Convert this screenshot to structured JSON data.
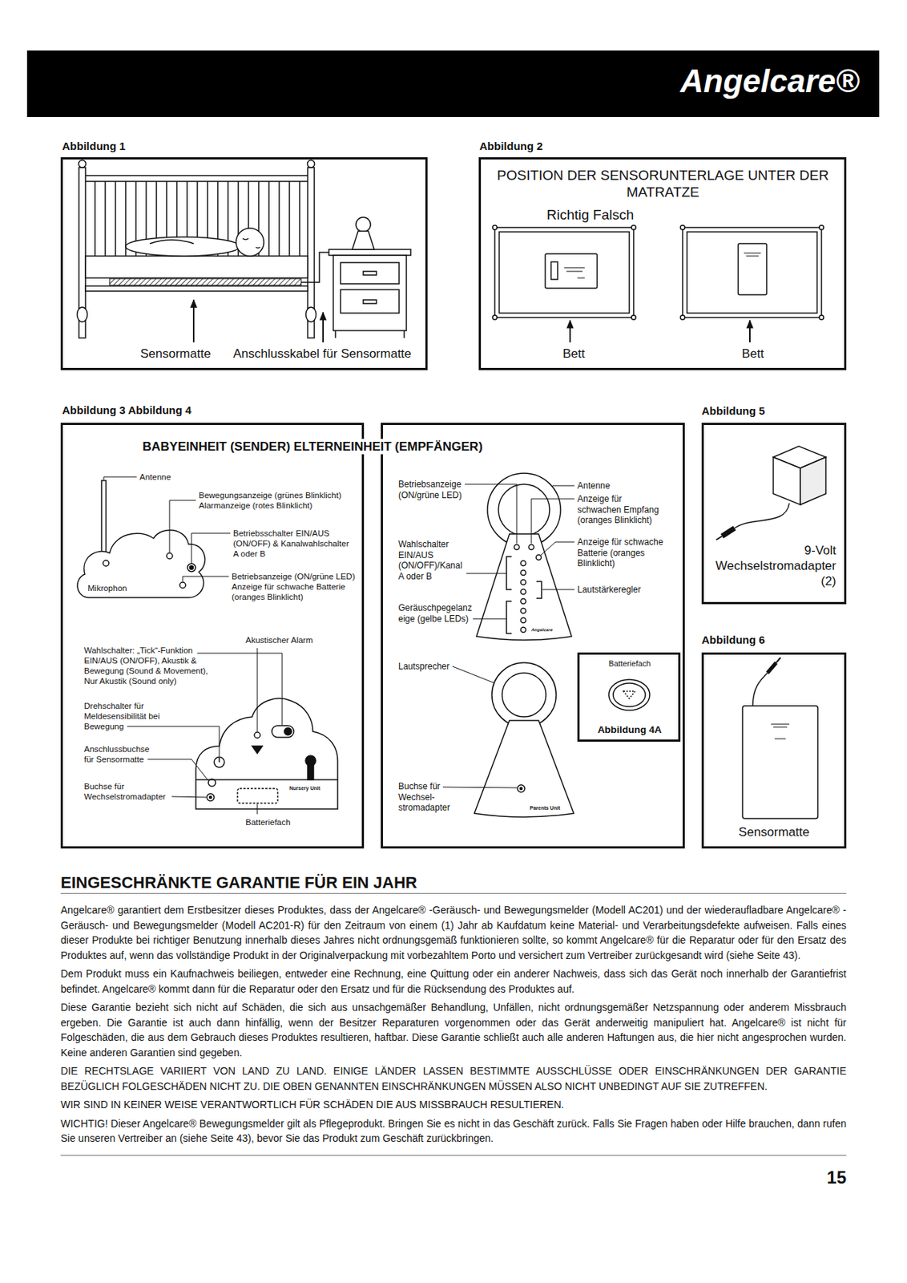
{
  "diagram": {
    "nodes": [
      {
        "text": [
          "Angelcare®"
        ]
      },
      {
        "text": [
          "Abbildung 1",
          "Sensormatte",
          "Anschlusskabel für Sensormatte"
        ]
      },
      {
        "text": [
          "Abbildung 2",
          "POSITION DER SENSORUNTERLAGE UNTER DER MATRATZE",
          "Richtig Falsch",
          "Bett",
          "Bett"
        ]
      },
      {
        "text": [
          "Abbildung 3 Abbildung 4",
          "Antenne",
          "Bewegungsanzeige (grünes Blinklicht) Alarmanzeige (rotes Blinklicht)",
          "Betriebsschalter EIN/AUS (ON/OFF) & Kanalwahlschalter A oder B",
          "Betriebsanzeige (ON/grüne LED) Anzeige für schwache Batterie (oranges Blinklicht)",
          "Mikrophon",
          "Akustischer Alarm",
          "Wahlschalter: „Tick“-Funktion EIN/AUS (ON/OFF), Akustik & Bewegung (Sound & Movement), Nur Akustik (Sound only)",
          "Drehschalter für Meldesensibilität bei Bewegung",
          "Anschlussbuchse für Sensormatte",
          "Buchse für Wechselstromadapter",
          "Batteriefach",
          "Nursery Unit"
        ]
      },
      {
        "text": [
          "Betriebsanzeige (ON/grüne LED)",
          "Antenne",
          "Anzeige für schwachen Empfang (oranges Blinklicht)",
          "Wahlschalter EIN/AUS (ON/OFF)/Kanal A oder B",
          "Anzeige für schwache Batterie (oranges Blinklicht)",
          "Lautstärkeregler",
          "Geräuschpegelanz eige (gelbe LEDs)",
          "Lautsprecher",
          "Buchse für Wechsel- stromadapter",
          "Angelcare",
          "Parents Unit"
        ]
      },
      {
        "text": [
          "Batteriefach",
          "Abbildung 4A"
        ],
        "in": 4
      },
      {
        "text": [
          "Abbildung 5",
          "9-Volt Wechselstromadapter (2)"
        ]
      },
      {
        "text": [
          "Abbildung 6",
          "Sensormatte"
        ]
      }
    ],
    "labels": [
      "BABYEINHEIT (SENDER) ELTERNEINHEIT (EMPFÄNGER)",
      "EINGESCHRÄNKTE GARANTIE FÜR EIN JAHR",
      "Angelcare® garantiert dem Erstbesitzer dieses Produktes, dass der Angelcare® -Geräusch- und Bewegungsmelder (Modell AC201) und der wiederaufladbare Angelcare® -Geräusch- und Bewegungsmelder (Modell AC201-R) für den Zeitraum von einem (1) Jahr ab Kaufdatum keine Material- und Verarbeitungsdefekte aufweisen. Falls eines dieser Produkte bei richtiger Benutzung innerhalb dieses Jahres nicht ordnungsgemäß funktionieren sollte, so kommt Angelcare® für die Reparatur oder für den Ersatz des Produktes auf, wenn das vollständige Produkt in der Originalverpackung mit vorbezahltem Porto und versichert zum Vertreiber zurückgesandt wird (siehe Seite 43).",
      "Dem Produkt muss ein Kaufnachweis beiliegen, entweder eine Rechnung, eine Quittung oder ein anderer Nachweis, dass sich das Gerät noch innerhalb der Garantiefrist befindet. Angelcare® kommt dann für die Reparatur oder den Ersatz und für die Rücksendung des Produktes auf.",
      "Diese Garantie bezieht sich nicht auf Schäden, die sich aus unsachgemäßer Behandlung, Unfällen, nicht ordnungsgemäßer Netzspannung oder anderem Missbrauch ergeben. Die Garantie ist auch dann hinfällig, wenn der Besitzer Reparaturen vorgenommen oder das Gerät anderweitig manipuliert hat. Angelcare® ist nicht für Folgeschäden, die aus dem Gebrauch dieses Produktes resultieren, haftbar. Diese Garantie schließt auch alle anderen Haftungen aus, die hier nicht angesprochen wurden. Keine anderen Garantien sind gegeben.",
      "DIE RECHTSLAGE VARIIERT VON LAND ZU LAND. EINIGE LÄNDER LASSEN BESTIMMTE AUSSCHLÜSSE ODER EINSCHRÄNKUNGEN DER GARANTIE BEZÜGLICH FOLGESCHÄDEN NICHT ZU. DIE OBEN GENANNTEN EINSCHRÄNKUNGEN MÜSSEN ALSO NICHT UNBEDINGT AUF SIE ZUTREFFEN.",
      "WIR SIND IN KEINER WEISE VERANTWORTLICH FÜR SCHÄDEN DIE AUS MISSBRAUCH RESULTIEREN.",
      "WICHTIG! Dieser Angelcare® Bewegungsmelder gilt als Pflegeprodukt. Bringen Sie es nicht in das Geschäft zurück. Falls Sie Fragen haben oder Hilfe brauchen, dann rufen Sie unseren Vertreiber an (siehe Seite 43), bevor Sie das Produkt zum Geschäft zurückbringen.",
      "15"
    ]
  }
}
